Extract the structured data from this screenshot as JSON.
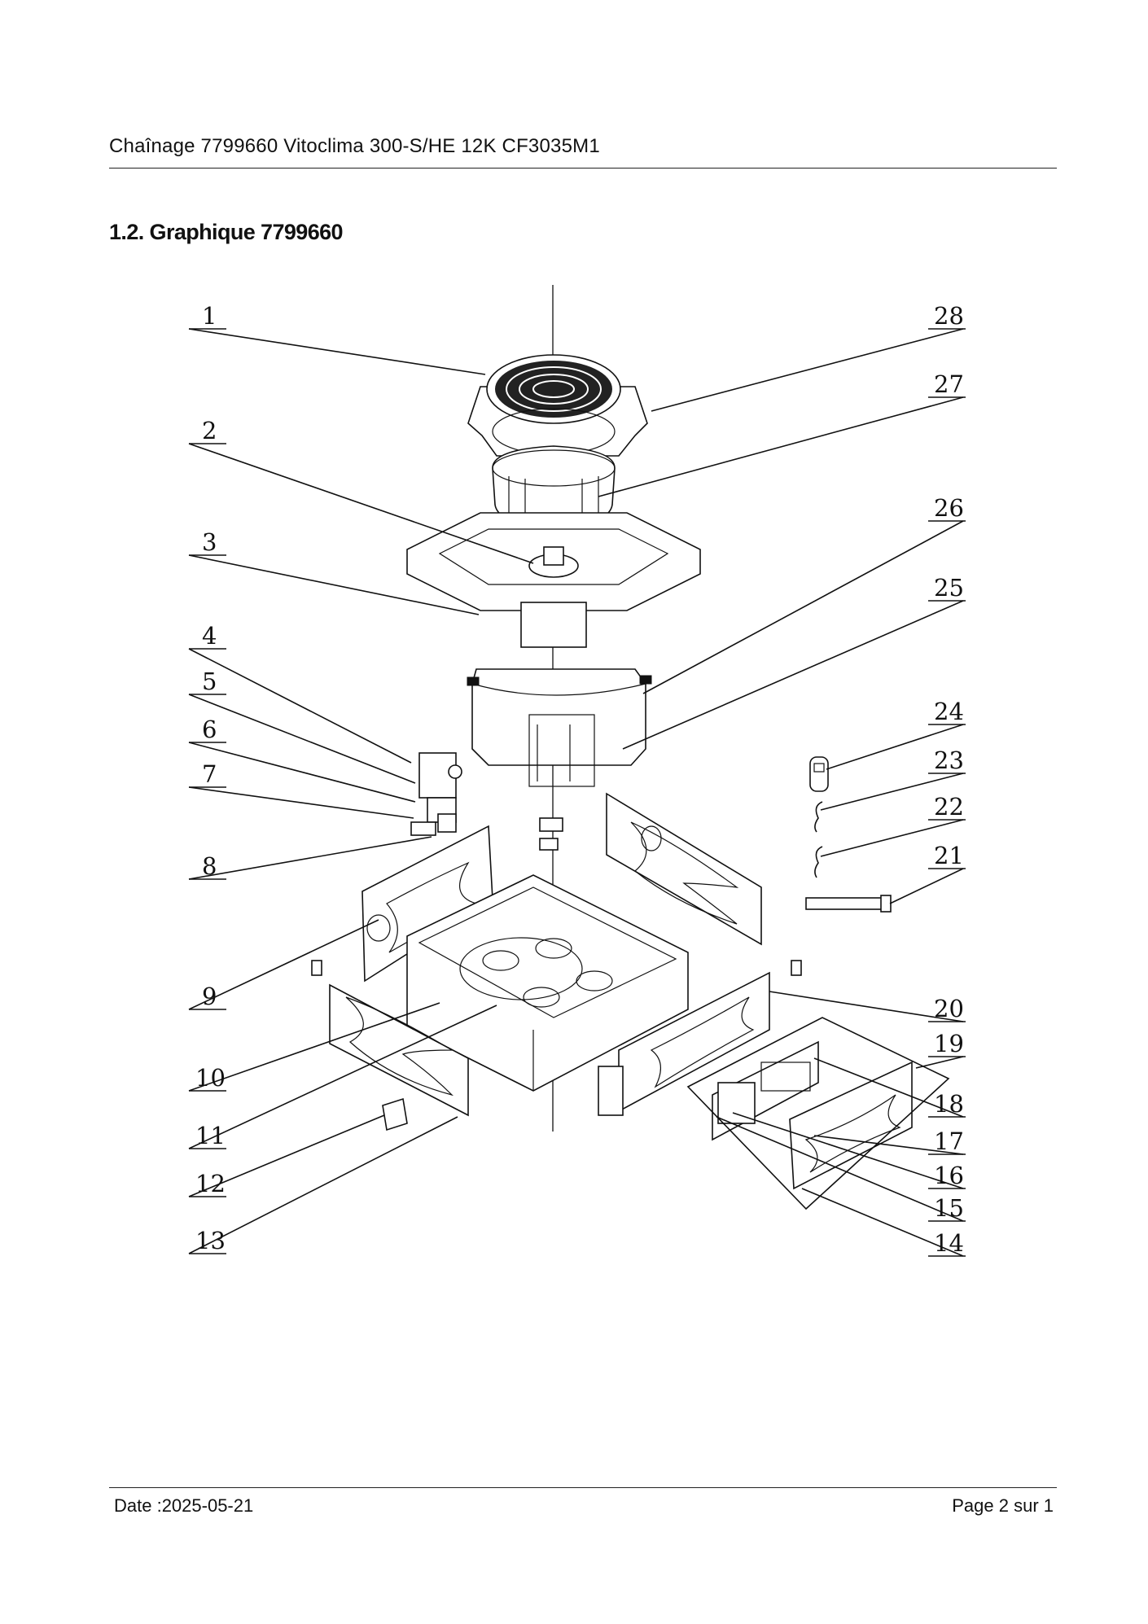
{
  "header": {
    "title": "Chaînage 7799660 Vitoclima 300-S/HE 12K CF3035M1"
  },
  "section": {
    "title": "1.2. Graphique 7799660"
  },
  "diagram": {
    "callouts_left": [
      "1",
      "2",
      "3",
      "4",
      "5",
      "6",
      "7",
      "8",
      "9",
      "10",
      "11",
      "12",
      "13"
    ],
    "callouts_right": [
      "28",
      "27",
      "26",
      "25",
      "24",
      "23",
      "22",
      "21",
      "20",
      "19",
      "18",
      "17",
      "16",
      "15",
      "14"
    ]
  },
  "footer": {
    "date": "Date :2025-05-21",
    "page": "Page 2 sur   1"
  }
}
